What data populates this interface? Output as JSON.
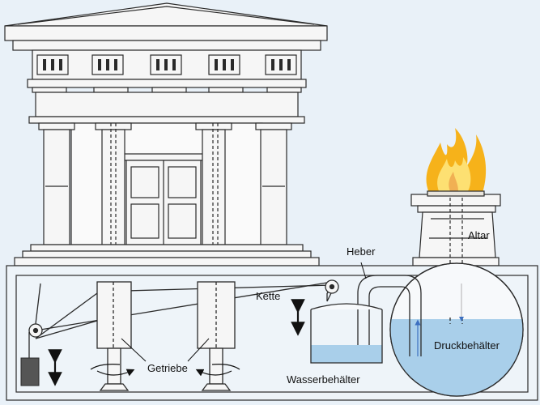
{
  "labels": {
    "altar": "Altar",
    "heber": "Heber",
    "kette": "Kette",
    "druckbehaelter": "Druckbehälter",
    "getriebe": "Getriebe",
    "wasserbehaelter": "Wasserbehälter"
  },
  "colors": {
    "background": "#e9f1f8",
    "line": "#2a2a2a",
    "fill": "#f6f6f6",
    "water": "#a9cfea",
    "flame_outer": "#f6b21a",
    "flame_inner": "#fde072",
    "arrow_blue": "#3c6fc0",
    "weight": "#555555"
  }
}
